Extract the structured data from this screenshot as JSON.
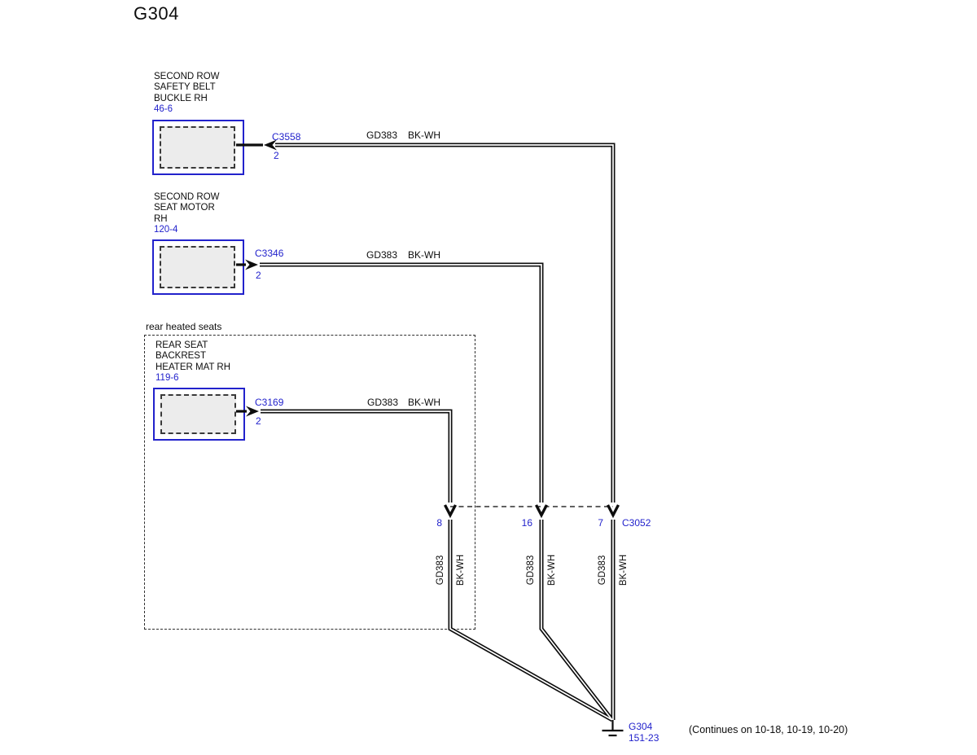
{
  "title": "G304",
  "colors": {
    "accent_blue": "#2222cc",
    "wire_black": "#0d0d0d",
    "component_fill": "#ececec"
  },
  "components": [
    {
      "name_lines": [
        "SECOND ROW",
        "SAFETY BELT",
        "BUCKLE RH"
      ],
      "ref": "46-6",
      "connector": "C3558",
      "pin": "2",
      "wire": "GD383",
      "wire_color": "BK-WH"
    },
    {
      "name_lines": [
        "SECOND ROW",
        "SEAT MOTOR",
        "RH"
      ],
      "ref": "120-4",
      "connector": "C3346",
      "pin": "2",
      "wire": "GD383",
      "wire_color": "BK-WH"
    },
    {
      "name_lines": [
        "REAR SEAT",
        "BACKREST",
        "HEATER MAT RH"
      ],
      "ref": "119-6",
      "connector": "C3169",
      "pin": "2",
      "wire": "GD383",
      "wire_color": "BK-WH"
    }
  ],
  "group_box": {
    "label": "rear heated seats"
  },
  "junction": {
    "connector": "C3052",
    "pins": [
      "8",
      "16",
      "7"
    ]
  },
  "drops": [
    {
      "wire": "GD383",
      "wire_color": "BK-WH"
    },
    {
      "wire": "GD383",
      "wire_color": "BK-WH"
    },
    {
      "wire": "GD383",
      "wire_color": "BK-WH"
    }
  ],
  "ground": {
    "id": "G304",
    "location": "151-23",
    "continues": "(Continues on 10-18, 10-19, 10-20)"
  }
}
